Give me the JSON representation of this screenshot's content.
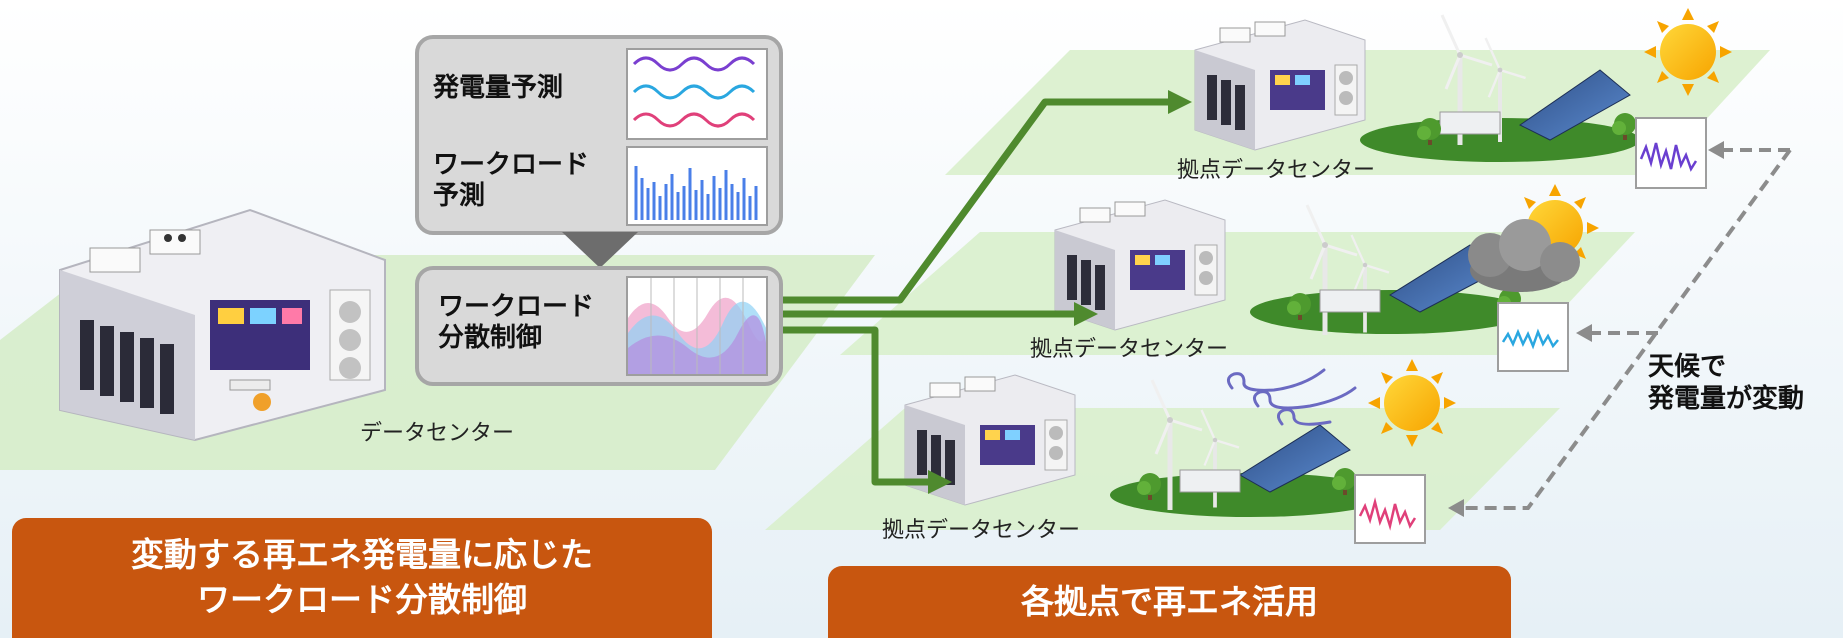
{
  "forecast_panel": {
    "generation_forecast": "発電量予測",
    "workload_forecast": "ワークロード\n予測"
  },
  "control_panel": {
    "label": "ワークロード\n分散制御"
  },
  "main_dc_label": "データセンター",
  "site_labels": [
    "拠点データセンター",
    "拠点データセンター",
    "拠点データセンター"
  ],
  "weather_note": "天候で\n発電量が変動",
  "left_banner": "変動する再エネ発電量に応じた\nワークロード分散制御",
  "right_banner": "各拠点で再エネ活用",
  "colors": {
    "arrow_green": "#4f8a2e",
    "banner_orange": "#c8560f",
    "platform_green": "#d5ecc7",
    "panel_gray": "#d9d9d9"
  }
}
